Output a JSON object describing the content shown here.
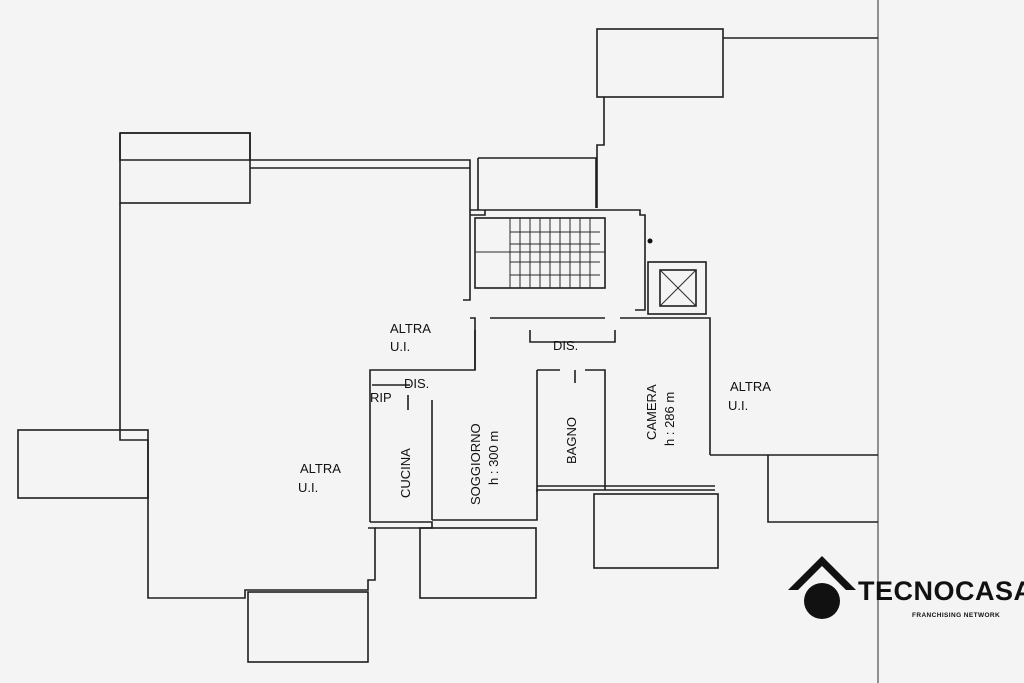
{
  "labels": {
    "altra_top_left_1": "ALTRA",
    "altra_top_left_2": "U.I.",
    "altra_left_1": "ALTRA",
    "altra_left_2": "U.I.",
    "altra_right_1": "ALTRA",
    "altra_right_2": "U.I.",
    "dis_main": "DIS.",
    "dis_small": "DIS.",
    "rip": "RIP",
    "cucina": "CUCINA",
    "soggiorno": "SOGGIORNO",
    "soggiorno_h": "h : 300 m",
    "bagno": "BAGNO",
    "camera": "CAMERA",
    "camera_h": "h : 286 m"
  },
  "logo": {
    "name": "TECNOCASA",
    "tagline": "FRANCHISING NETWORK",
    "icon": "house-roof-icon"
  },
  "colors": {
    "paper": "#f4f4f4",
    "ink": "#1e1e1e"
  }
}
